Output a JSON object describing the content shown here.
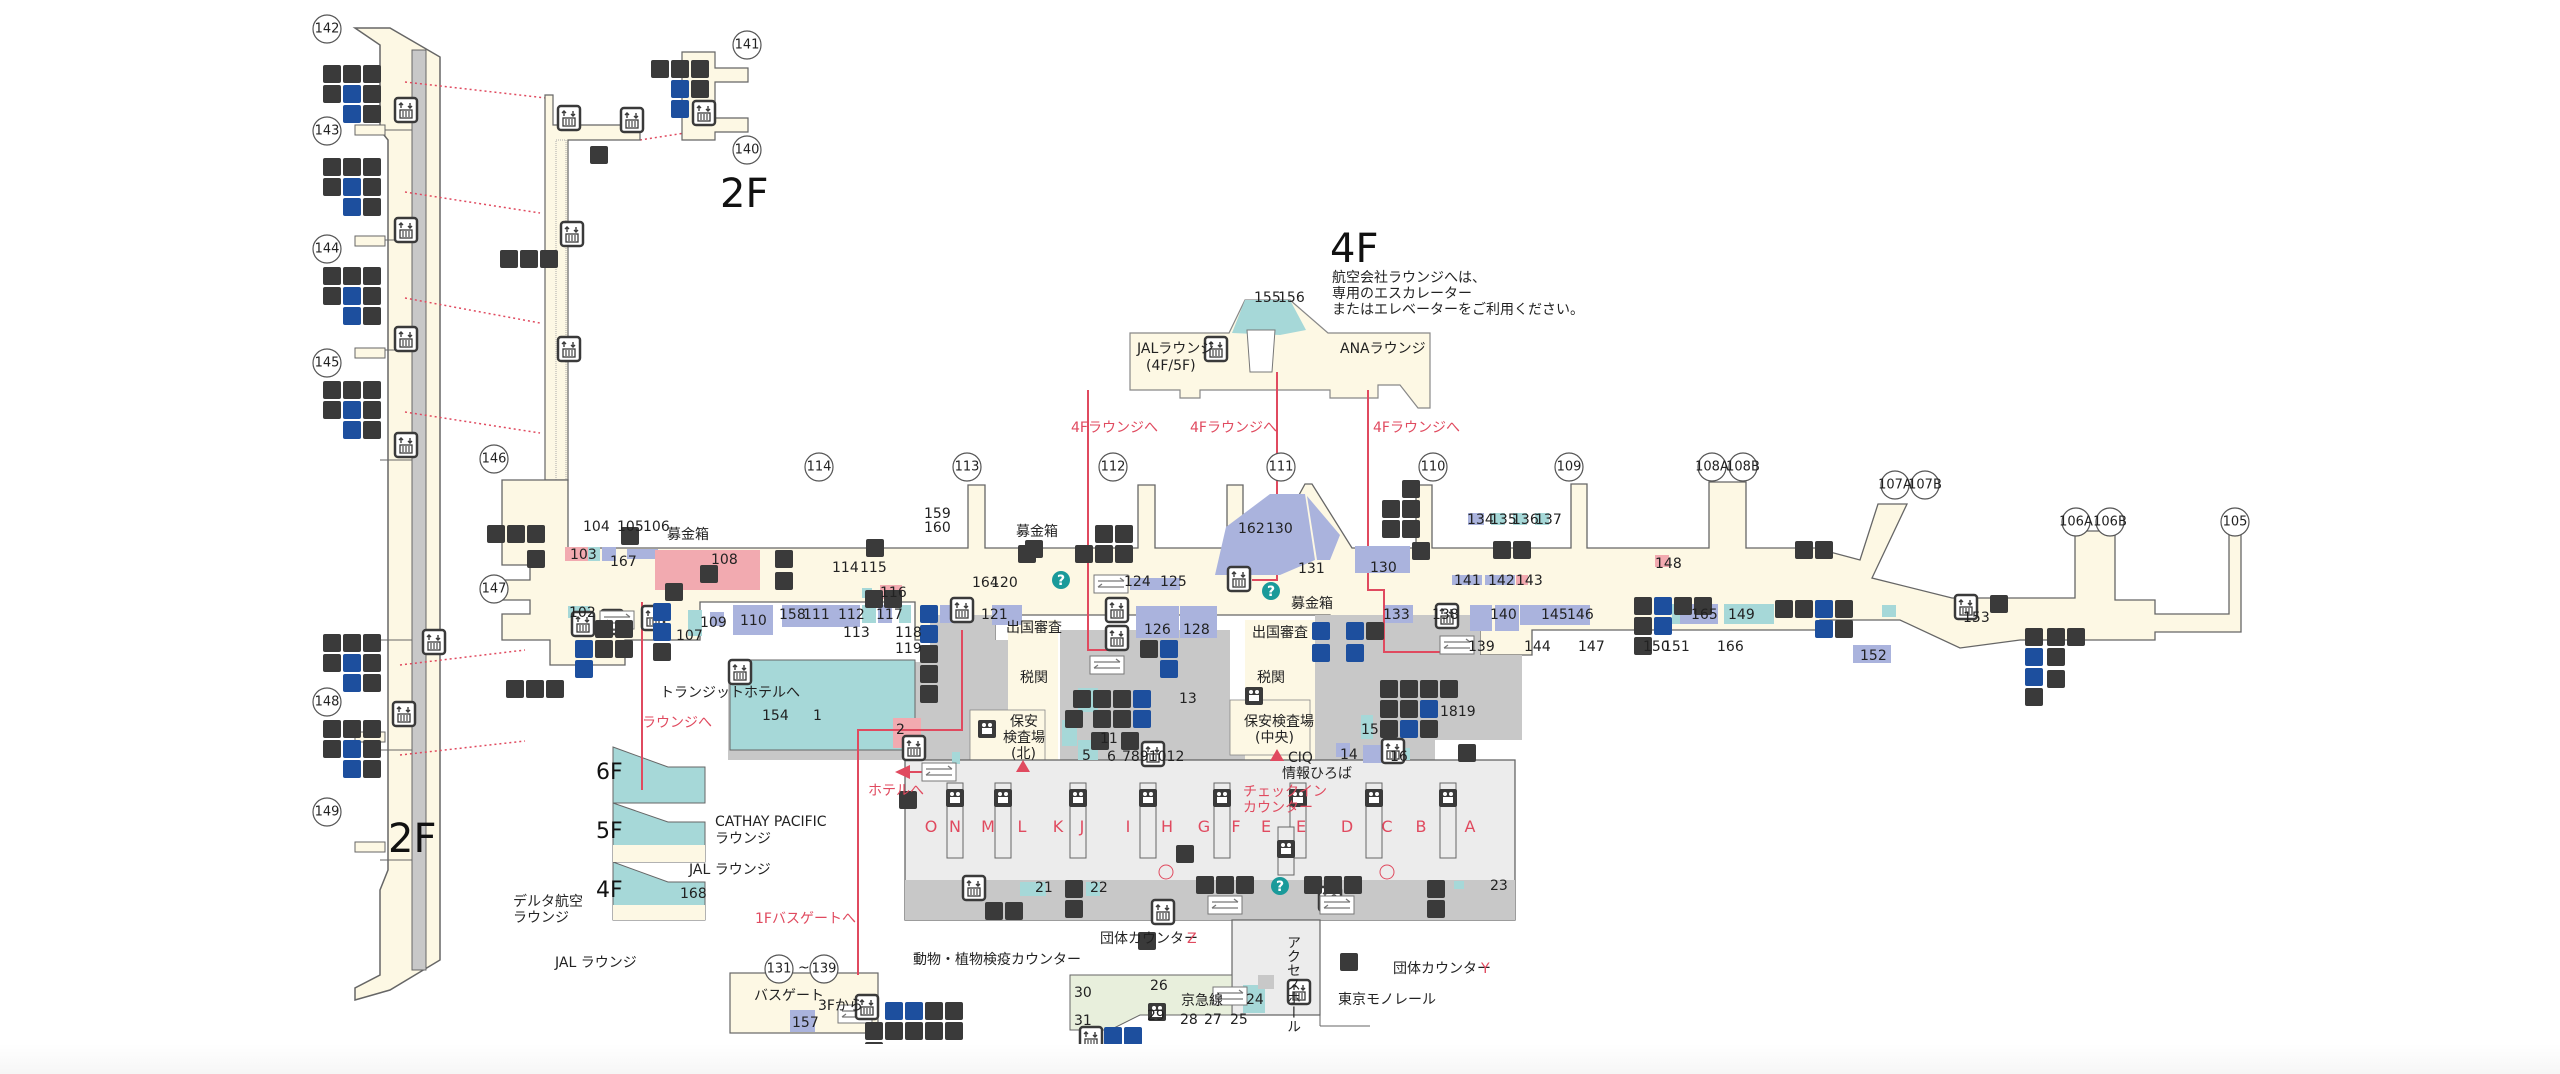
{
  "title": "羽田空港 第3ターミナル 3F 出発ロビー フロアマップ",
  "colors": {
    "floor": "#fdf8e4",
    "restricted": "#c8c8c8",
    "checkin_hall": "#ececec",
    "shop": "#aab3dd",
    "restaurant": "#f2aab0",
    "service": "#a6d8d8",
    "lounge": "#a6d8d8",
    "railway": "#e8efdc",
    "icon_dark": "#3a3a3a",
    "icon_accessible": "#1d4f9e",
    "info_teal": "#1a9a9a",
    "route_red": "#e04a5f",
    "outline": "#555555"
  },
  "floor_labels": {
    "left_2f": "2F",
    "top_2f": "2F",
    "top_4f": "4F",
    "lounge_6f": "6F",
    "lounge_5f": "5F",
    "lounge_4f": "4F"
  },
  "notes": {
    "lounge_note_line1": "航空会社ラウンジへは、",
    "lounge_note_line2": "専用のエスカレーター",
    "lounge_note_line3": "またはエレベーターをご利用ください。"
  },
  "gates": [
    "142",
    "143",
    "144",
    "145",
    "146",
    "147",
    "148",
    "149",
    "141",
    "140",
    "114",
    "113",
    "112",
    "111",
    "110",
    "109",
    "108A",
    "108B",
    "107A",
    "107B",
    "106A",
    "106B",
    "105",
    "131",
    "139"
  ],
  "bus_gate": {
    "from": "131",
    "tilde": "~",
    "to": "139",
    "label": "バスゲート",
    "from_3f": "3Fから",
    "shop": "157"
  },
  "lounges_4f": {
    "jal": "JALラウンジ",
    "jal_floors": "(4F/5F)",
    "ana": "ANAラウンジ",
    "shops": [
      "155",
      "156"
    ],
    "route_labels": [
      "4Fラウンジへ",
      "4Fラウンジへ",
      "4Fラウンジへ"
    ]
  },
  "lounges_upper": {
    "cathay": "CATHAY PACIFIC",
    "cathay_sub": "ラウンジ",
    "jal_5f": "JAL ラウンジ",
    "delta_line1": "デルタ航空",
    "delta_line2": "ラウンジ",
    "jal_4f": "JAL ラウンジ",
    "shop_168": "168"
  },
  "areas": {
    "departure_immigration": "出国審査",
    "customs": "税関",
    "security_north_1": "保安",
    "security_north_2": "検査場",
    "security_north_3": "(北)",
    "security_center_1": "保安検査場",
    "security_center_2": "(中央)",
    "ciq": "CIQ",
    "ciq_plaza": "情報ひろば",
    "checkin_1": "チェックイン",
    "checkin_2": "カウンター",
    "donation_box": "募金箱",
    "transit_hotel": "トランジットホテルへ",
    "to_lounge": "ラウンジへ",
    "to_hotel": "ホテルへ",
    "to_bus_gate": "1Fバスゲートへ",
    "quarantine": "動物・植物検疫カウンター",
    "group_counter_z": "団体カウンター",
    "z": "Z",
    "group_counter_y": "団体カウンター",
    "y": "Y",
    "access_hall": "アクセスホール",
    "keikyu": "京急線",
    "monorail": "東京モノレール"
  },
  "counters": [
    "O",
    "N",
    "M",
    "L",
    "K",
    "J",
    "I",
    "H",
    "G",
    "F",
    "E",
    "E",
    "D",
    "C",
    "B",
    "A"
  ],
  "shops": {
    "blue": [
      "104",
      "105",
      "106",
      "167",
      "158",
      "111",
      "112",
      "113",
      "117",
      "121",
      "124",
      "125",
      "126",
      "128",
      "162",
      "130",
      "130",
      "133",
      "138",
      "140",
      "141",
      "142",
      "145",
      "146",
      "152",
      "165",
      "157",
      "16",
      "14",
      "110",
      "109",
      "164",
      "120",
      "159",
      "160",
      "139",
      "144",
      "147",
      "150",
      "151",
      "166"
    ],
    "pink": [
      "103",
      "108",
      "116",
      "143",
      "148",
      "2"
    ],
    "teal": [
      "102",
      "107",
      "114",
      "115",
      "118",
      "119",
      "134",
      "135",
      "136",
      "137",
      "149",
      "153",
      "154",
      "1",
      "13",
      "11",
      "15",
      "18",
      "19",
      "21",
      "22",
      "23",
      "24",
      "5",
      "6",
      "7",
      "8",
      "9",
      "10",
      "12"
    ],
    "rail": [
      "25",
      "26",
      "27",
      "28",
      "29",
      "30",
      "31"
    ]
  },
  "shop_labels": {
    "s103": "103",
    "s104": "104",
    "s105": "105",
    "s106": "106",
    "s167": "167",
    "s108": "108",
    "s102": "102",
    "s107": "107",
    "s109": "109",
    "s110": "110",
    "s158": "158",
    "s111": "111",
    "s112": "112",
    "s113": "113",
    "s114": "114",
    "s115": "115",
    "s116": "116",
    "s117": "117",
    "s118": "118",
    "s119": "119",
    "s159": "159",
    "s160": "160",
    "s164": "164",
    "s120": "120",
    "s121": "121",
    "s124": "124",
    "s125": "125",
    "s126": "126",
    "s128": "128",
    "s162": "162",
    "s130a": "130",
    "s131": "131",
    "s130b": "130",
    "s133": "133",
    "s134": "134",
    "s135": "135",
    "s136": "136",
    "s137": "137",
    "s141": "141",
    "s142": "142",
    "s143": "143",
    "s138": "138",
    "s139": "139",
    "s140": "140",
    "s144": "144",
    "s145": "145",
    "s146": "146",
    "s147": "147",
    "s148": "148",
    "s150": "150",
    "s151": "151",
    "s165": "165",
    "s166": "166",
    "s149": "149",
    "s152": "152",
    "s153": "153",
    "s154": "154",
    "s1": "1",
    "s2": "2",
    "s13": "13",
    "s11": "11",
    "s5": "5",
    "s6": "6",
    "s7_12": "7891012",
    "s14": "14",
    "s15": "15",
    "s16": "16",
    "s18_19": "1819",
    "s21": "21",
    "s22": "22",
    "s23": "23",
    "s24": "24",
    "s25": "25",
    "s26": "26",
    "s27": "27",
    "s28": "28",
    "s29": "29",
    "s30": "30",
    "s31": "31"
  }
}
